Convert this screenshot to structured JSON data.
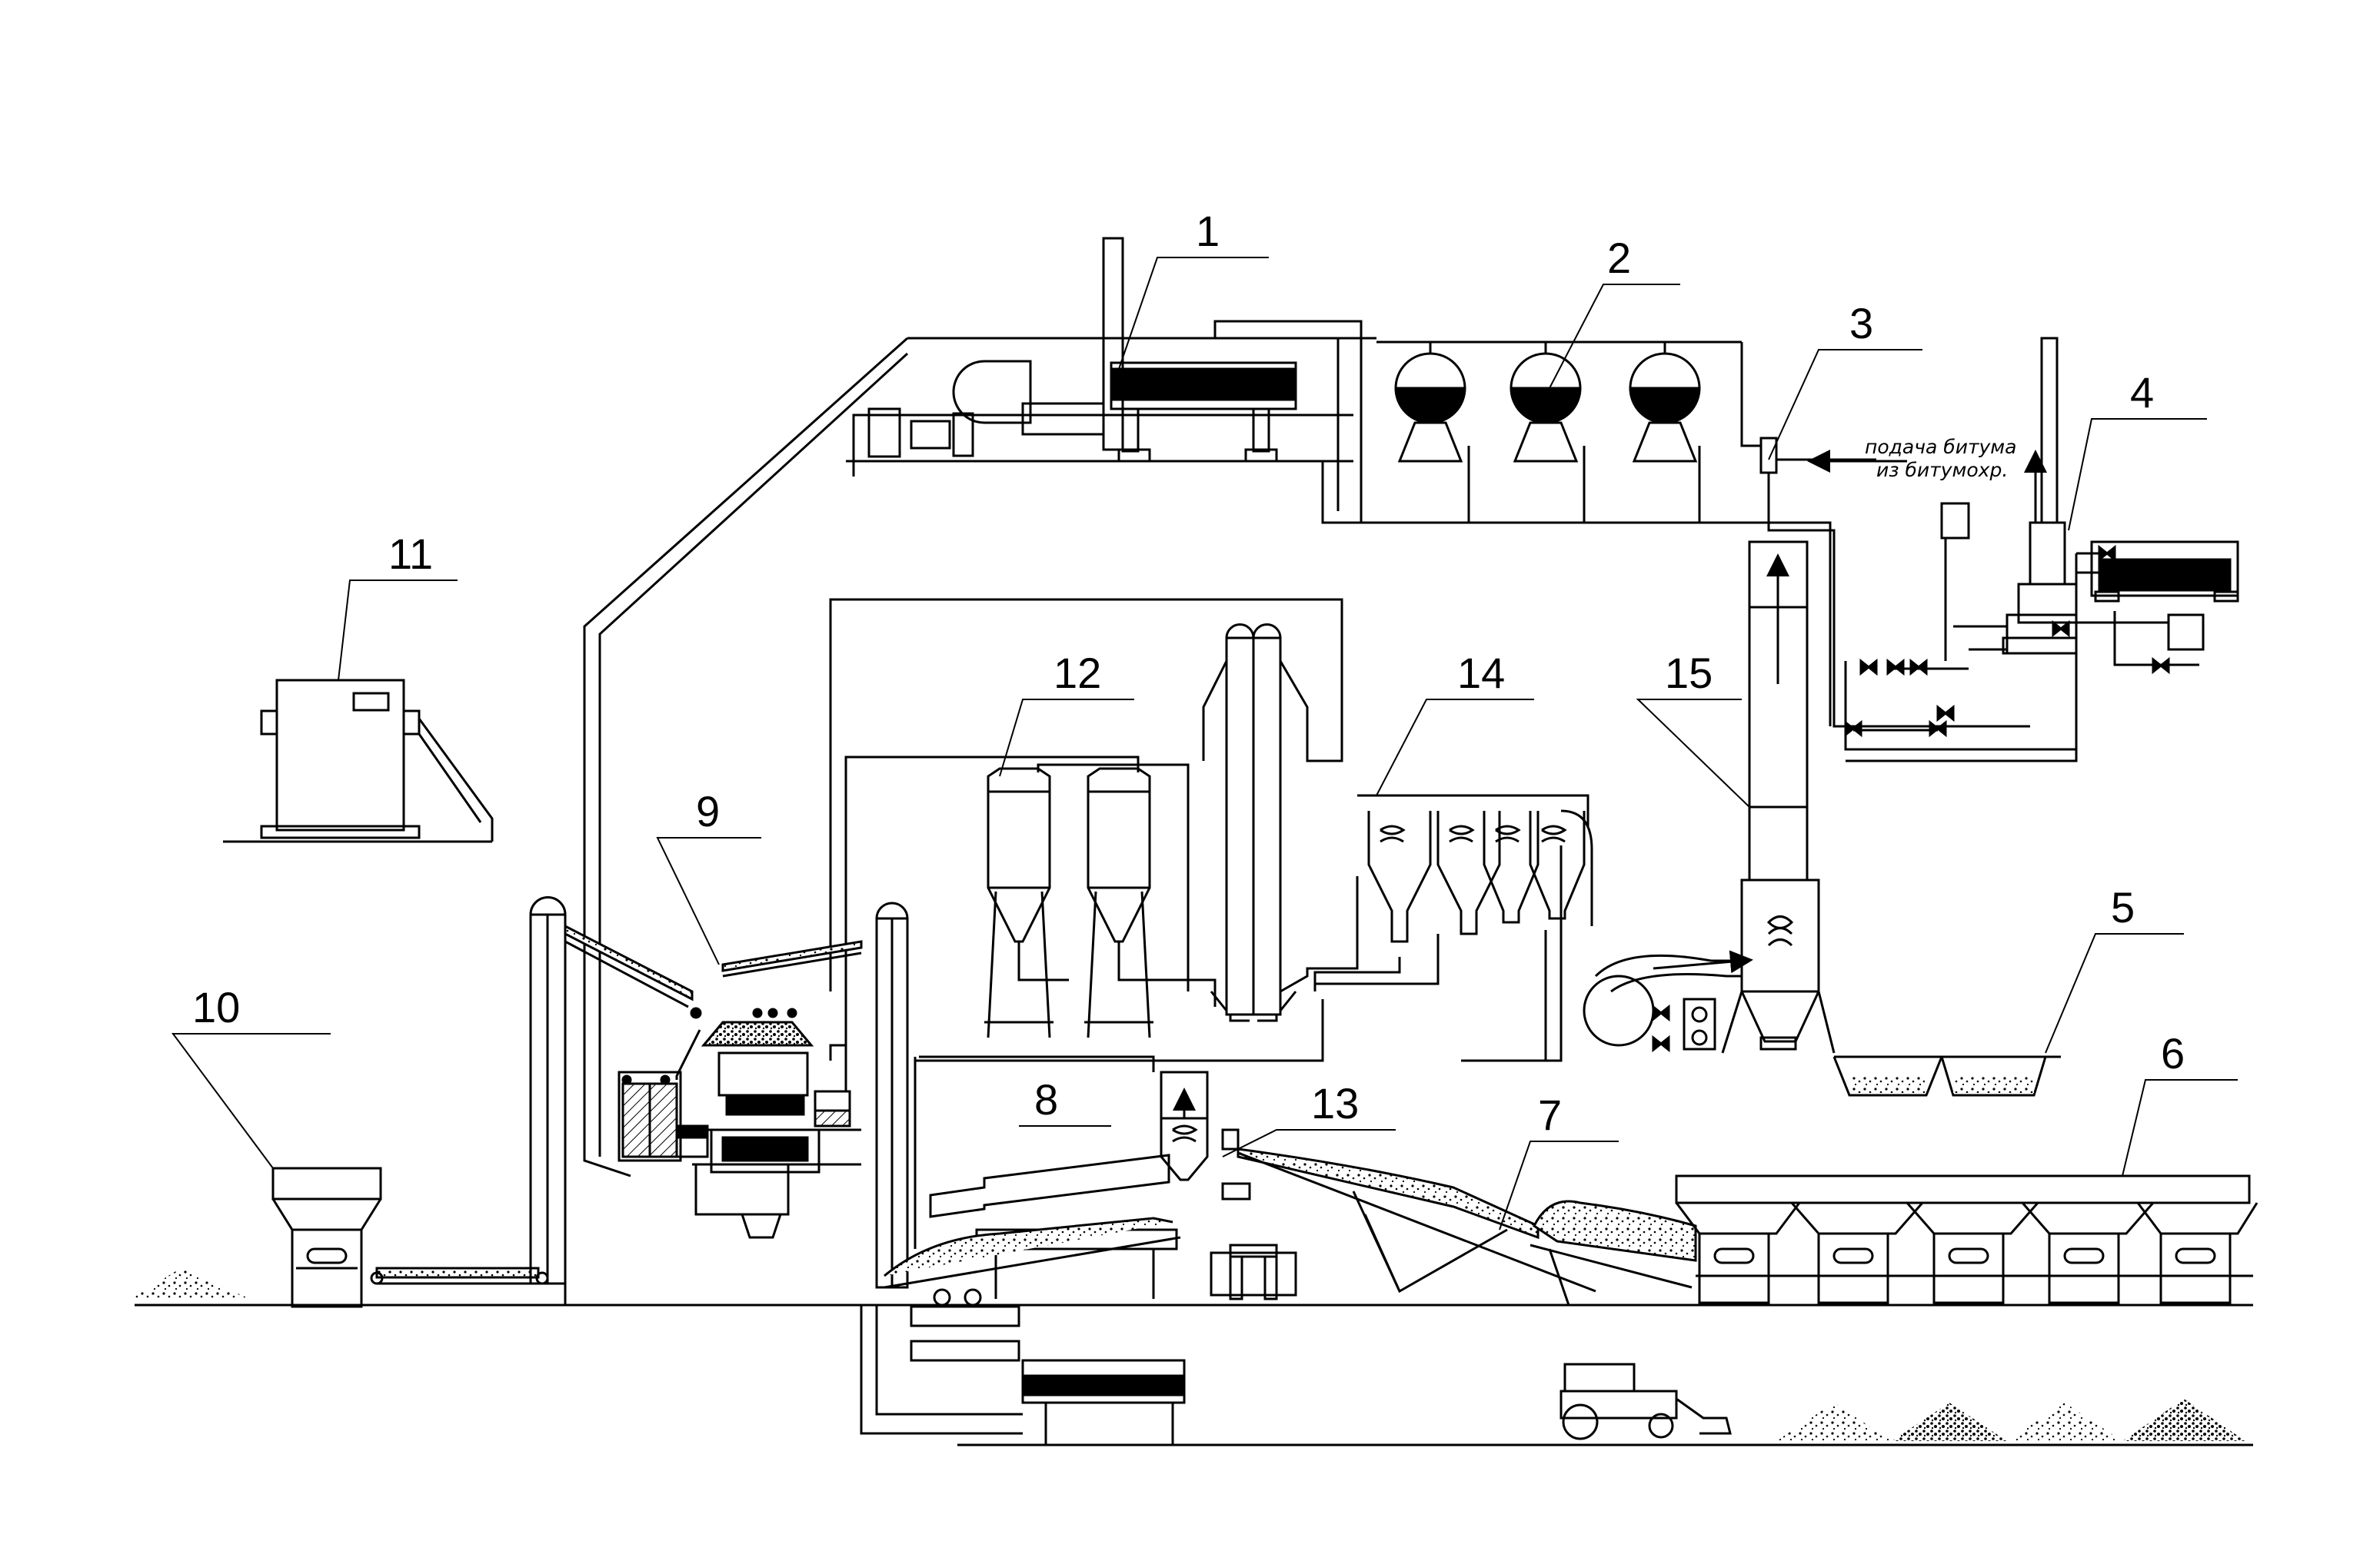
{
  "diagram": {
    "labels": [
      {
        "id": "1",
        "text": "1"
      },
      {
        "id": "2",
        "text": "2"
      },
      {
        "id": "3",
        "text": "3"
      },
      {
        "id": "4",
        "text": "4"
      },
      {
        "id": "5",
        "text": "5"
      },
      {
        "id": "6",
        "text": "6"
      },
      {
        "id": "7",
        "text": "7"
      },
      {
        "id": "8",
        "text": "8"
      },
      {
        "id": "9",
        "text": "9"
      },
      {
        "id": "10",
        "text": "10"
      },
      {
        "id": "11",
        "text": "11"
      },
      {
        "id": "12",
        "text": "12"
      },
      {
        "id": "13",
        "text": "13"
      },
      {
        "id": "14",
        "text": "14"
      },
      {
        "id": "15",
        "text": "15"
      }
    ],
    "bitumen_note": {
      "line1": "подача битума",
      "line2": "из битумохр."
    }
  },
  "colors": {
    "ink": "#000000",
    "paper": "#ffffff"
  }
}
